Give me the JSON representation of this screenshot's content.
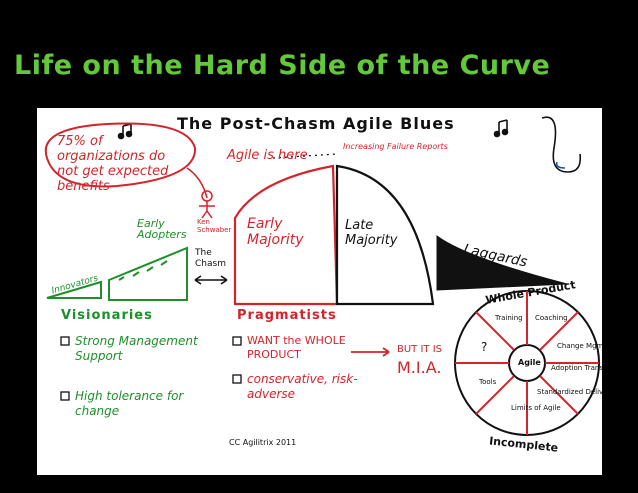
{
  "slide_title": "Life on the Hard Side of the Curve",
  "sketch": {
    "heading": "The Post-Chasm Agile Blues",
    "callout": "75% of organizations do not get expected benefits",
    "agile_is_here": "Agile is here",
    "failure_reports": "Increasing Failure Reports",
    "person_label": "Ken Schwaber",
    "segments": {
      "innovators": "Innovators",
      "early_adopters": "Early Adopters",
      "chasm": "The Chasm",
      "early_majority": "Early Majority",
      "late_majority": "Late Majority",
      "laggards": "Laggards"
    },
    "visionaries": {
      "heading": "Visionaries",
      "items": [
        "Strong Management Support",
        "High tolerance for change"
      ]
    },
    "pragmatists": {
      "heading": "Pragmatists",
      "items": [
        "WANT the WHOLE PRODUCT",
        "conservative, risk-adverse"
      ],
      "but_it_is": "BUT IT IS",
      "mia": "M.I.A."
    },
    "whole_product": {
      "top_label": "Whole Product",
      "bottom_label": "Incomplete",
      "center": "Agile",
      "segments": [
        "Training",
        "Coaching",
        "Change Mgmt",
        "Adoption Transition",
        "Standardized Delivery",
        "Limits of Agile",
        "Tools",
        "?"
      ]
    },
    "credit": "CC Agilitrix 2011"
  },
  "colors": {
    "title_green": "#63c93a",
    "pen_red": "#d3242b",
    "pen_green": "#1e8f2a",
    "pen_black": "#111111"
  }
}
